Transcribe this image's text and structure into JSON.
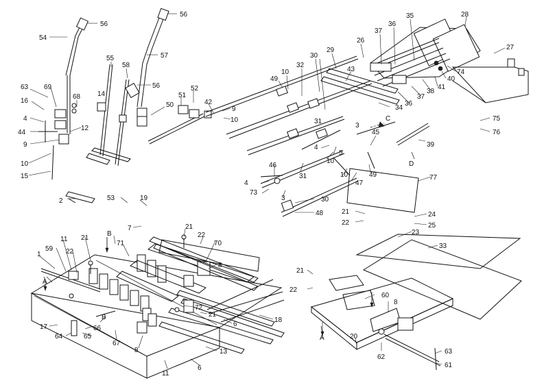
{
  "callouts": [
    {
      "id": "c56a",
      "text": "56"
    },
    {
      "id": "c56b",
      "text": "56"
    },
    {
      "id": "c54",
      "text": "54"
    },
    {
      "id": "c57",
      "text": "57"
    },
    {
      "id": "c55",
      "text": "55"
    },
    {
      "id": "c58",
      "text": "58"
    },
    {
      "id": "c56c",
      "text": "56"
    },
    {
      "id": "c63a",
      "text": "63"
    },
    {
      "id": "c69",
      "text": "69"
    },
    {
      "id": "c68",
      "text": "68"
    },
    {
      "id": "c16",
      "text": "16"
    },
    {
      "id": "c14",
      "text": "14"
    },
    {
      "id": "c4a",
      "text": "4"
    },
    {
      "id": "c44",
      "text": "44"
    },
    {
      "id": "c12",
      "text": "12"
    },
    {
      "id": "c9a",
      "text": "9"
    },
    {
      "id": "c10a",
      "text": "10"
    },
    {
      "id": "c15",
      "text": "15"
    },
    {
      "id": "c50",
      "text": "50"
    },
    {
      "id": "c51",
      "text": "51"
    },
    {
      "id": "c52",
      "text": "52"
    },
    {
      "id": "c42",
      "text": "42"
    },
    {
      "id": "c9b",
      "text": "9"
    },
    {
      "id": "c10b",
      "text": "10"
    },
    {
      "id": "c49a",
      "text": "49"
    },
    {
      "id": "c10c",
      "text": "10"
    },
    {
      "id": "c32",
      "text": "32"
    },
    {
      "id": "c30a",
      "text": "30"
    },
    {
      "id": "c31a",
      "text": "31"
    },
    {
      "id": "c29",
      "text": "29"
    },
    {
      "id": "c26",
      "text": "26"
    },
    {
      "id": "c37a",
      "text": "37"
    },
    {
      "id": "c36a",
      "text": "36"
    },
    {
      "id": "c35",
      "text": "35"
    },
    {
      "id": "c28",
      "text": "28"
    },
    {
      "id": "c27",
      "text": "27"
    },
    {
      "id": "c43",
      "text": "43"
    },
    {
      "id": "c74",
      "text": "74"
    },
    {
      "id": "c40",
      "text": "40"
    },
    {
      "id": "c41",
      "text": "41"
    },
    {
      "id": "c38",
      "text": "38"
    },
    {
      "id": "c37b",
      "text": "37"
    },
    {
      "id": "c36b",
      "text": "36"
    },
    {
      "id": "c34",
      "text": "34"
    },
    {
      "id": "cC",
      "text": "C"
    },
    {
      "id": "c75",
      "text": "75"
    },
    {
      "id": "c76",
      "text": "76"
    },
    {
      "id": "c3a",
      "text": "3"
    },
    {
      "id": "c45",
      "text": "45"
    },
    {
      "id": "c39",
      "text": "39"
    },
    {
      "id": "c4b",
      "text": "4"
    },
    {
      "id": "c5",
      "text": "5"
    },
    {
      "id": "c10d",
      "text": "10"
    },
    {
      "id": "c46",
      "text": "46"
    },
    {
      "id": "c31b",
      "text": "31"
    },
    {
      "id": "cD",
      "text": "D"
    },
    {
      "id": "c4c",
      "text": "4"
    },
    {
      "id": "c73",
      "text": "73"
    },
    {
      "id": "c3b",
      "text": "3"
    },
    {
      "id": "c10e",
      "text": "10"
    },
    {
      "id": "c49b",
      "text": "49"
    },
    {
      "id": "c47",
      "text": "47"
    },
    {
      "id": "c77",
      "text": "77"
    },
    {
      "id": "c2",
      "text": "2"
    },
    {
      "id": "c53",
      "text": "53"
    },
    {
      "id": "c19",
      "text": "19"
    },
    {
      "id": "c30b",
      "text": "30"
    },
    {
      "id": "c48",
      "text": "48"
    },
    {
      "id": "c21a",
      "text": "21"
    },
    {
      "id": "c24",
      "text": "24"
    },
    {
      "id": "c22a",
      "text": "22"
    },
    {
      "id": "c25",
      "text": "25"
    },
    {
      "id": "c7",
      "text": "7"
    },
    {
      "id": "c21b",
      "text": "21"
    },
    {
      "id": "c23",
      "text": "23"
    },
    {
      "id": "cB1",
      "text": "B"
    },
    {
      "id": "c22b",
      "text": "22"
    },
    {
      "id": "c70",
      "text": "70"
    },
    {
      "id": "c71",
      "text": "71"
    },
    {
      "id": "c33",
      "text": "33"
    },
    {
      "id": "c59",
      "text": "59"
    },
    {
      "id": "c11a",
      "text": "11"
    },
    {
      "id": "c1",
      "text": "1"
    },
    {
      "id": "c22c",
      "text": "22"
    },
    {
      "id": "c21c",
      "text": "21"
    },
    {
      "id": "c8a",
      "text": "8"
    },
    {
      "id": "cA1",
      "text": "A"
    },
    {
      "id": "c21d",
      "text": "21"
    },
    {
      "id": "c22d",
      "text": "22"
    },
    {
      "id": "c60",
      "text": "60"
    },
    {
      "id": "c8b",
      "text": "8"
    },
    {
      "id": "c72",
      "text": "72"
    },
    {
      "id": "c21e",
      "text": "21"
    },
    {
      "id": "c18",
      "text": "18"
    },
    {
      "id": "c6a",
      "text": "6"
    },
    {
      "id": "cB2",
      "text": "B"
    },
    {
      "id": "c17",
      "text": "17"
    },
    {
      "id": "c66",
      "text": "66"
    },
    {
      "id": "c64",
      "text": "64"
    },
    {
      "id": "c65",
      "text": "65"
    },
    {
      "id": "c67",
      "text": "67"
    },
    {
      "id": "c8c",
      "text": "8"
    },
    {
      "id": "c13",
      "text": "13"
    },
    {
      "id": "cA2",
      "text": "A"
    },
    {
      "id": "c20",
      "text": "20"
    },
    {
      "id": "c62",
      "text": "62"
    },
    {
      "id": "c63b",
      "text": "63"
    },
    {
      "id": "c61",
      "text": "61"
    },
    {
      "id": "c11b",
      "text": "11"
    },
    {
      "id": "c6b",
      "text": "6"
    }
  ]
}
